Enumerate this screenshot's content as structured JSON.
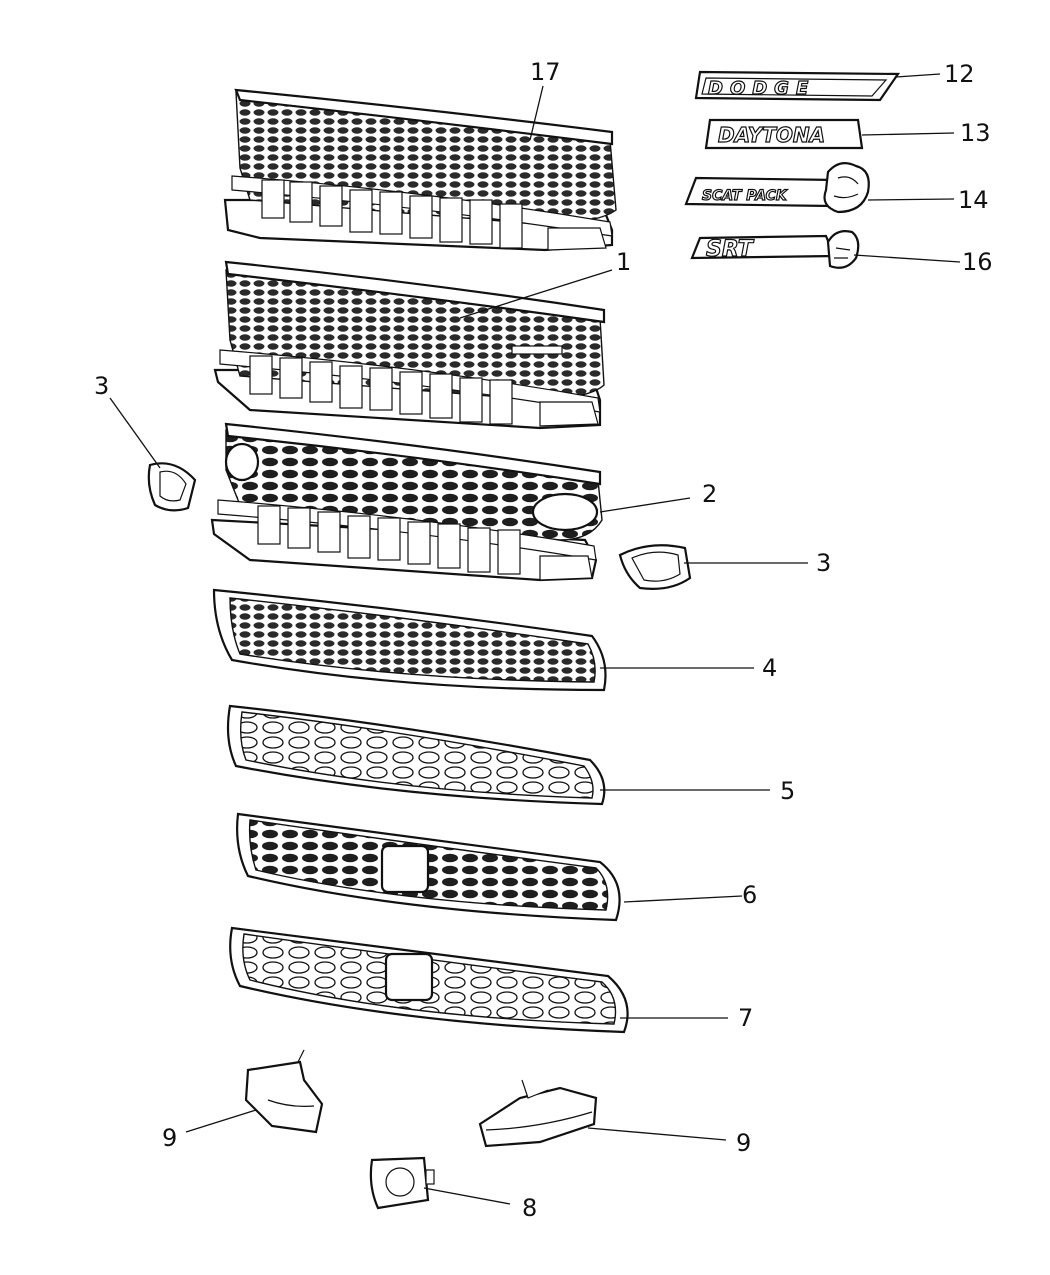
{
  "diagram": {
    "callouts": {
      "c17": "17",
      "c1": "1",
      "c3a": "3",
      "c2": "2",
      "c3b": "3",
      "c4": "4",
      "c5": "5",
      "c6": "6",
      "c7": "7",
      "c9a": "9",
      "c9b": "9",
      "c8": "8",
      "c12": "12",
      "c13": "13",
      "c14": "14",
      "c16": "16"
    },
    "emblems": {
      "dodge": "DODGE",
      "daytona": "DAYTONA",
      "scatpack": "SCAT PACK",
      "srt": "SRT"
    }
  }
}
